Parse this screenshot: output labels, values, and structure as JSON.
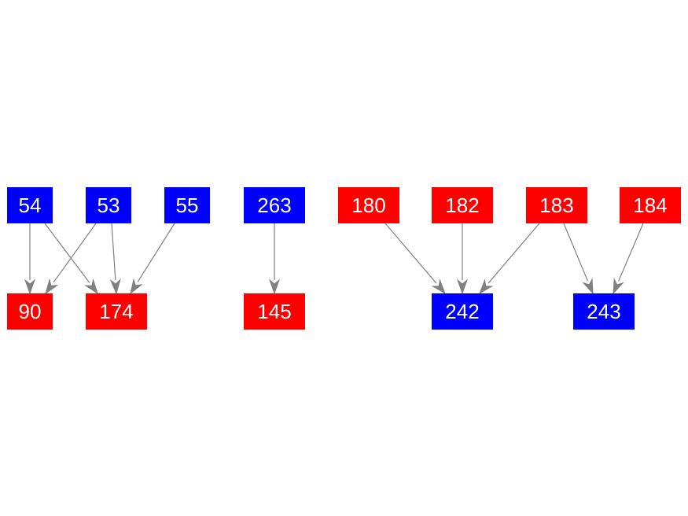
{
  "colors": {
    "blue": "#0000ff",
    "red": "#ff0000",
    "edge": "#808080",
    "text": "#ffffff"
  },
  "nodes": [
    {
      "id": "54",
      "label": "54",
      "color": "blue"
    },
    {
      "id": "53",
      "label": "53",
      "color": "blue"
    },
    {
      "id": "55",
      "label": "55",
      "color": "blue"
    },
    {
      "id": "263",
      "label": "263",
      "color": "blue"
    },
    {
      "id": "180",
      "label": "180",
      "color": "red"
    },
    {
      "id": "182",
      "label": "182",
      "color": "red"
    },
    {
      "id": "183",
      "label": "183",
      "color": "red"
    },
    {
      "id": "184",
      "label": "184",
      "color": "red"
    },
    {
      "id": "90",
      "label": "90",
      "color": "red"
    },
    {
      "id": "174",
      "label": "174",
      "color": "red"
    },
    {
      "id": "145",
      "label": "145",
      "color": "red"
    },
    {
      "id": "242",
      "label": "242",
      "color": "blue"
    },
    {
      "id": "243",
      "label": "243",
      "color": "blue"
    }
  ],
  "edges": [
    {
      "from": "54",
      "to": "90"
    },
    {
      "from": "54",
      "to": "174"
    },
    {
      "from": "53",
      "to": "90"
    },
    {
      "from": "53",
      "to": "174"
    },
    {
      "from": "55",
      "to": "174"
    },
    {
      "from": "263",
      "to": "145"
    },
    {
      "from": "180",
      "to": "242"
    },
    {
      "from": "182",
      "to": "242"
    },
    {
      "from": "183",
      "to": "242"
    },
    {
      "from": "183",
      "to": "243"
    },
    {
      "from": "184",
      "to": "243"
    }
  ]
}
